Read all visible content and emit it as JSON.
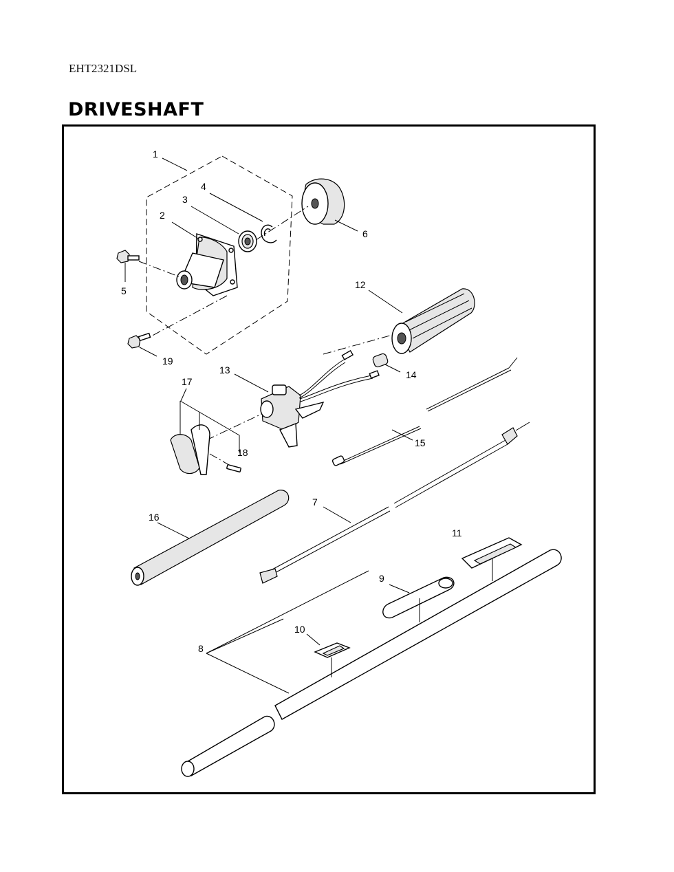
{
  "header": {
    "model_number": "EHT2321DSL",
    "section_title": "DRIVESHAFT"
  },
  "diagram": {
    "callouts": [
      "1",
      "2",
      "3",
      "4",
      "5",
      "6",
      "7",
      "8",
      "9",
      "10",
      "11",
      "12",
      "13",
      "14",
      "15",
      "16",
      "17",
      "18",
      "19"
    ]
  }
}
